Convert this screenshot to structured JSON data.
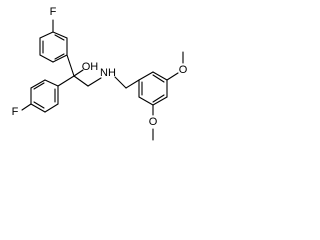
{
  "molecule": {
    "atoms": {
      "top_fluorine": "F",
      "left_fluorine": "F",
      "hydroxyl": "OH",
      "amine": "NH",
      "methoxy_oxygen_upper": "O",
      "methoxy_oxygen_lower": "O"
    }
  },
  "colors": {
    "bond": "#000000",
    "label": "#000000",
    "background": "#ffffff"
  }
}
